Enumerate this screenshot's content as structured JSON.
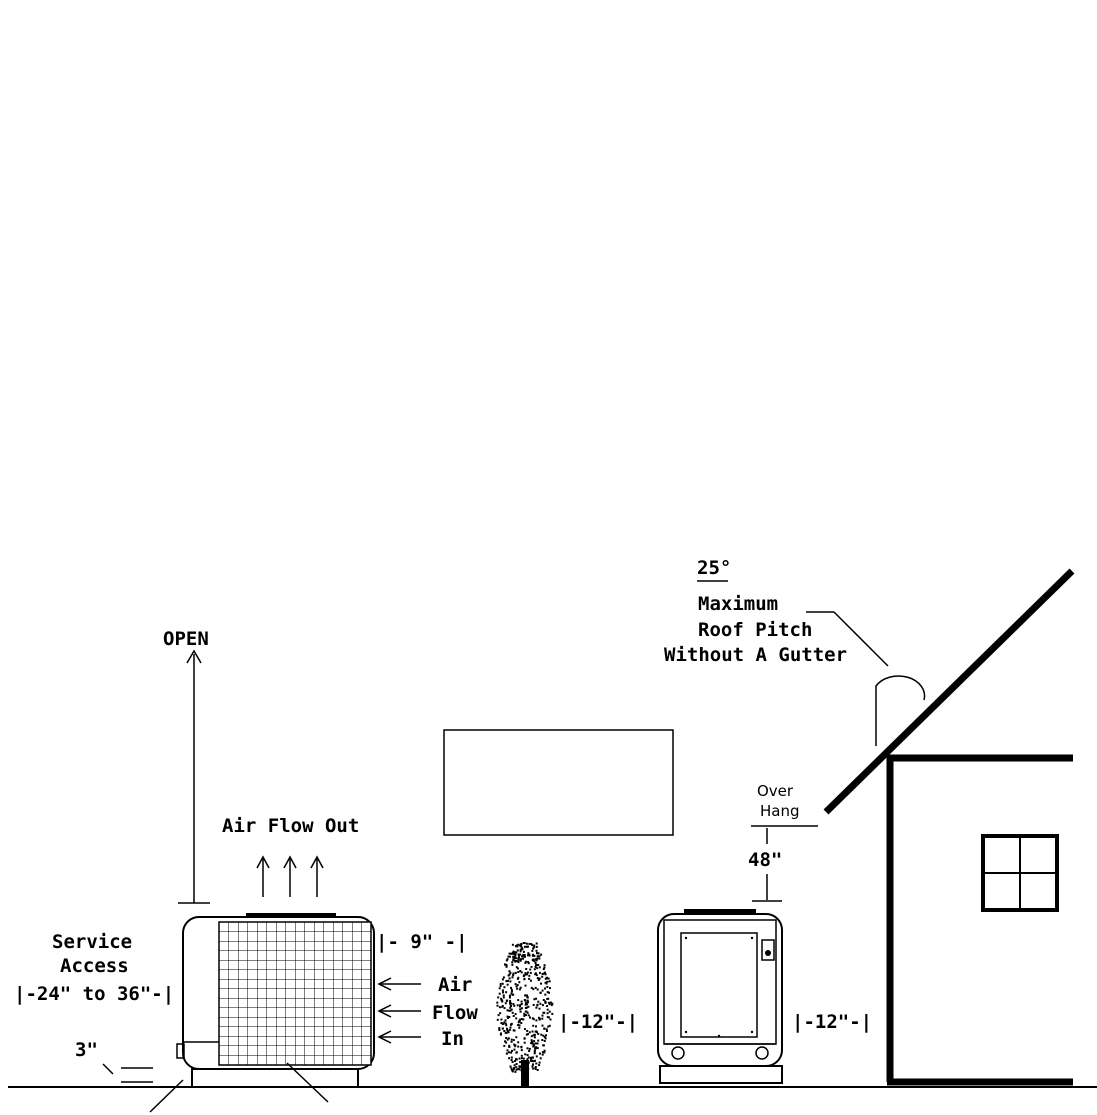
{
  "labels": {
    "open": "OPEN",
    "air_flow_out": "Air Flow Out",
    "service_access_line1": "Service",
    "service_access_line2": "Access",
    "service_range": "|-24\" to 36\"-|",
    "three_inch": "3\"",
    "nine_inch": "|- 9\" -|",
    "air": "Air",
    "flow": "Flow",
    "in": "In",
    "twelve_left": "|-12\"-|",
    "twelve_right": "|-12\"-|",
    "forty_eight": "48\"",
    "over": "Over",
    "hang": "Hang",
    "angle": "25°",
    "max_line1": "Maximum",
    "max_line2": "Roof Pitch",
    "max_line3": "Without A Gutter"
  }
}
